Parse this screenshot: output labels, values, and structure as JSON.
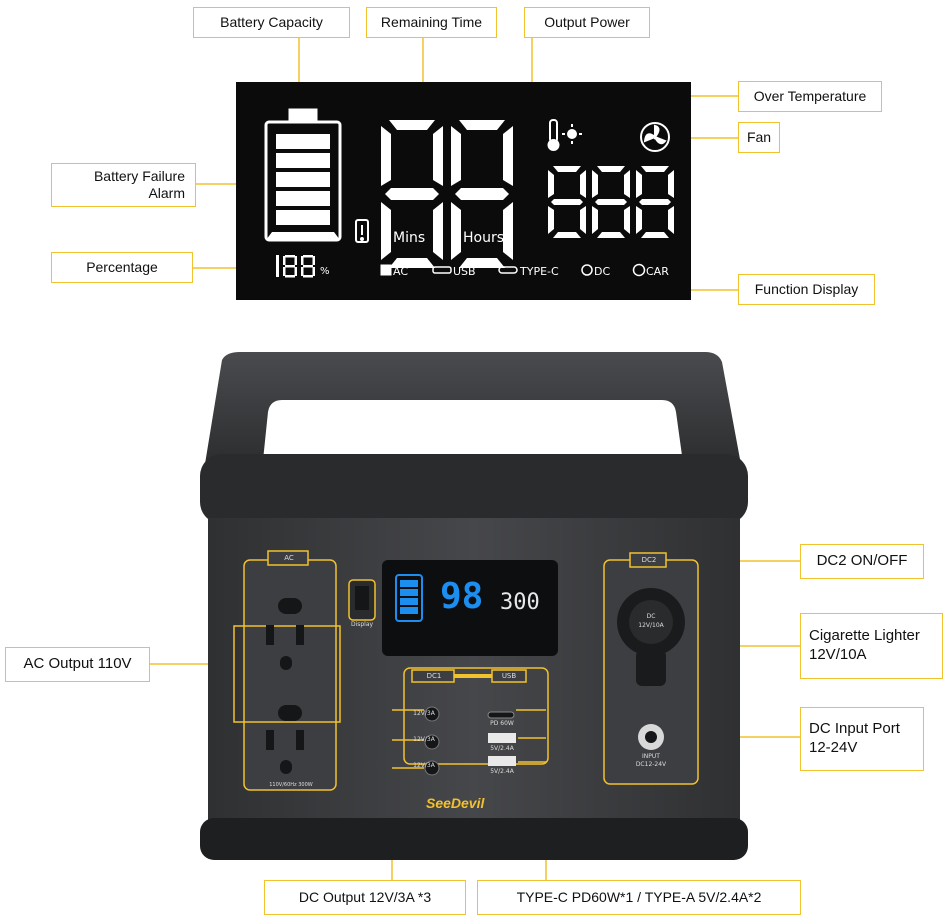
{
  "callouts": {
    "battery_capacity": "Battery Capacity",
    "remaining_time": "Remaining Time",
    "output_power": "Output Power",
    "over_temperature": "Over Temperature",
    "fan": "Fan",
    "battery_failure_line1": "Battery Failure",
    "battery_failure_line2": "Alarm",
    "percentage": "Percentage",
    "function_display": "Function Display",
    "ac_output": "AC Output 110V",
    "dc2_onoff": "DC2 ON/OFF",
    "cigarette_line1": "Cigarette Lighter",
    "cigarette_line2": "12V/10A",
    "dc_input_line1": "DC Input Port",
    "dc_input_line2": "12-24V",
    "dc_output": "DC Output 12V/3A *3",
    "typec_output": "TYPE-C PD60W*1 / TYPE-A  5V/2.4A*2"
  },
  "lcd": {
    "mins_label": "Mins",
    "hours_label": "Hours",
    "percent_digits": "188",
    "percent_sign": "%",
    "functions": [
      "AC",
      "USB",
      "TYPE-C",
      "DC",
      "CAR"
    ]
  },
  "device": {
    "brand": "SeeDevil",
    "screen_time": "98",
    "screen_power": "300",
    "ac_label": "AC",
    "dc1_label": "DC1",
    "dc2_label": "DC2",
    "usb_label": "USB",
    "display_label": "Display",
    "dc_out_labels": [
      "12V/3A",
      "12V/3A",
      "12V/3A"
    ],
    "pd_label": "PD 60W",
    "usb_out_labels": [
      "5V/2.4A",
      "5V/2.4A"
    ],
    "cig_label_1": "DC",
    "cig_label_2": "12V/10A",
    "dc_in_label_1": "INPUT",
    "dc_in_label_2": "DC12-24V",
    "ac_rating": "110V/60Hz 300W"
  },
  "colors": {
    "accent": "#f2c12e",
    "lcd_bg": "#0b0b0b",
    "device_body": "#3a3b3d",
    "screen_blue": "#1c8ef0"
  }
}
